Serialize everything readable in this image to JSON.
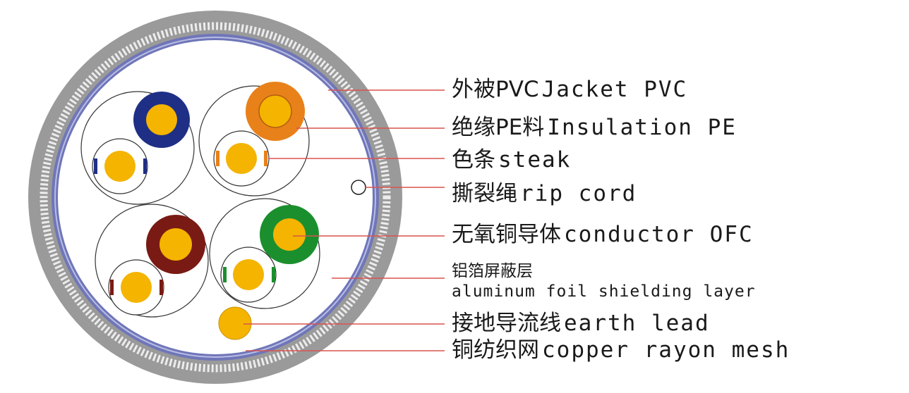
{
  "labels": {
    "jacket": {
      "zh": "外被PVC",
      "en": "Jacket PVC"
    },
    "insulation": {
      "zh": "绝缘PE料",
      "en": "Insulation PE"
    },
    "steak": {
      "zh": "色条",
      "en": "steak"
    },
    "rip_cord": {
      "zh": "撕裂绳",
      "en": "rip cord"
    },
    "conductor": {
      "zh": "无氧铜导体",
      "en": "conductor OFC"
    },
    "foil": {
      "zh": "铝箔屏蔽层",
      "en": "aluminum foil shielding layer"
    },
    "earth": {
      "zh": "接地导流线",
      "en": "earth lead"
    },
    "mesh": {
      "zh": "铜纺织网",
      "en": "copper rayon mesh"
    }
  },
  "colors": {
    "jacket": "#9a9a9a",
    "shield": "#6f76b8",
    "leader_line": "#d9534f",
    "conductor": "#f4b400",
    "pair_blue": "#1f2f86",
    "pair_orange": "#e8811a",
    "pair_brown": "#7a1a14",
    "pair_green": "#1b8f2e"
  }
}
